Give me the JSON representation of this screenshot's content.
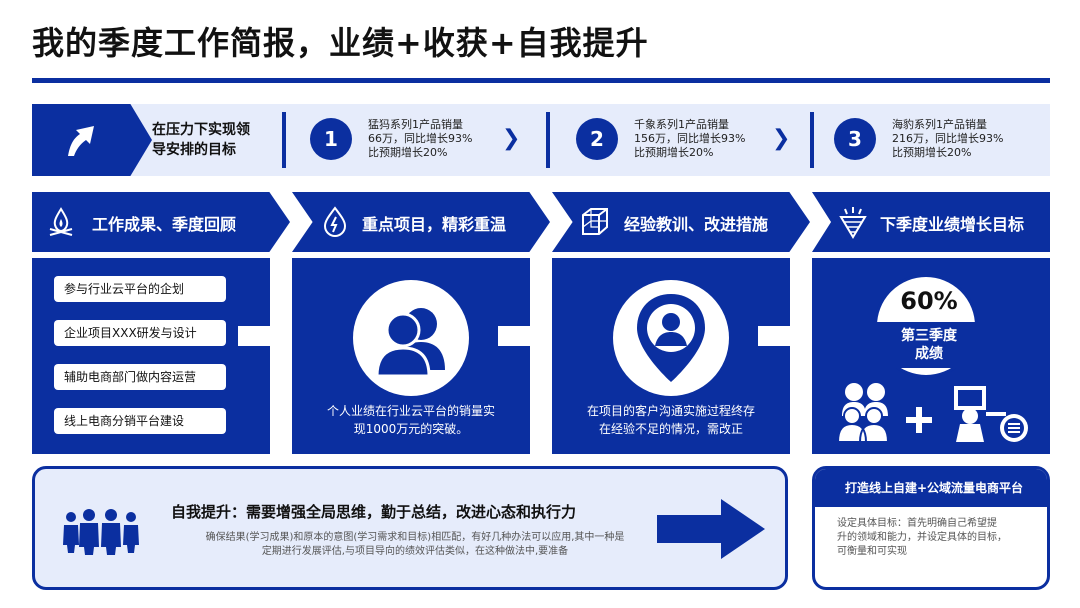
{
  "title": "我的季度工作简报，业绩+收获+自我提升",
  "strip": {
    "lead": "在压力下实现领\n导安排的目标",
    "items": [
      {
        "num": "1",
        "text": "猛犸系列1产品销量\n66万，同比增长93%\n比预期增长20%"
      },
      {
        "num": "2",
        "text": "千象系列1产品销量\n156万，同比增长93%\n比预期增长20%"
      },
      {
        "num": "3",
        "text": "海豹系列1产品销量\n216万，同比增长93%\n比预期增长20%"
      }
    ],
    "chevron": "❯"
  },
  "sections": [
    {
      "label": "工作成果、季度回顾",
      "icon": "fire-icon"
    },
    {
      "label": "重点项目，精彩重温",
      "icon": "drop-icon"
    },
    {
      "label": "经验教训、改进措施",
      "icon": "cube-icon"
    },
    {
      "label": "下季度业绩增长目标",
      "icon": "cone-icon"
    }
  ],
  "review_items": [
    "参与行业云平台的企划",
    "企业项目XXX研发与设计",
    "辅助电商部门做内容运营",
    "线上电商分销平台建设"
  ],
  "project_text": "个人业绩在行业云平台的销量实\n现1000万元的突破。",
  "lesson_text": "在项目的客户沟通实施过程终存\n在经验不足的情况，需改正",
  "goal": {
    "percent": "60%",
    "label": "第三季度\n成绩"
  },
  "improve": {
    "title": "自我提升：需要增强全局思维，勤于总结，改进心态和执行力",
    "text": "确保结果(学习成果)和原本的意图(学习需求和目标)相匹配，有好几种办法可以应用,其中一种是\n定期进行发展评估,与项目导向的绩效评估类似，在这种做法中,要准备"
  },
  "platform": {
    "title": "打造线上自建+公域流量电商平台",
    "text": "设定具体目标：首先明确自己希望提\n升的领域和能力，并设定具体的目标，\n可衡量和可实现"
  },
  "colors": {
    "brand": "#0b2fa0",
    "light": "#e6ecfb"
  }
}
